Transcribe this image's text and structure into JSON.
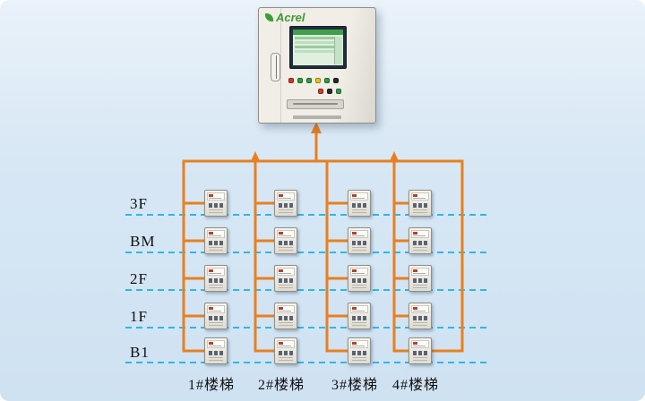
{
  "cabinet": {
    "brand": "Acrel",
    "buttons_primary": [
      "#d13b2c",
      "#2f9e44",
      "#2f9e44",
      "#eac41c",
      "#2f9e44",
      "#2a2a2a"
    ],
    "buttons_secondary": [
      "#d13b2c",
      "#2a2a2a",
      "#2f9e44"
    ]
  },
  "floors": [
    "3F",
    "BM",
    "2F",
    "1F",
    "B1"
  ],
  "staircases": [
    "1#楼梯",
    "2#楼梯",
    "3#楼梯",
    "4#楼梯"
  ],
  "colors": {
    "line_orange": "#e8801f",
    "floor_dash_blue": "#38b3e3",
    "brand_green": "#3f9c35"
  }
}
